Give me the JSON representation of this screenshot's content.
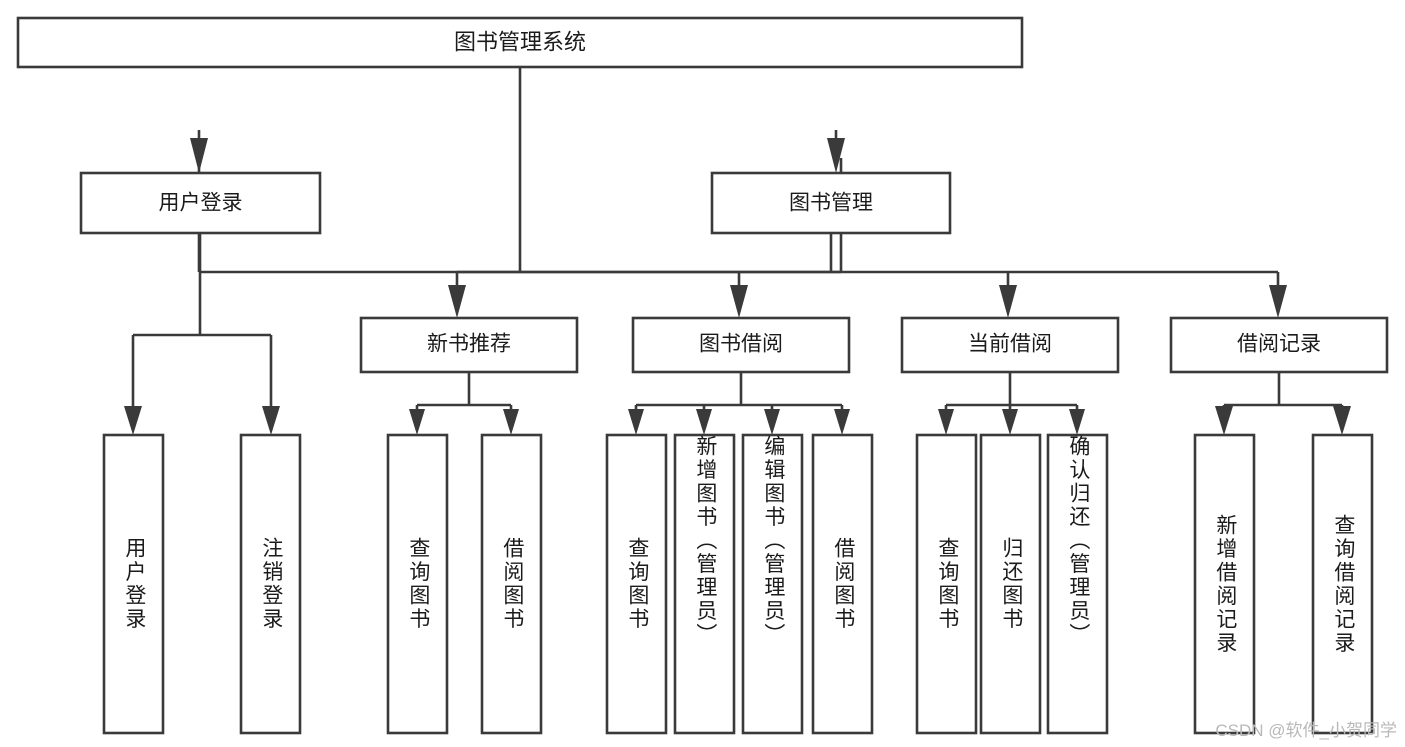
{
  "diagram": {
    "type": "tree",
    "title": "图书管理系统",
    "watermark": "CSDN @软件_小贺同学",
    "colors": {
      "box_stroke": "#3a3a3a",
      "box_fill": "#ffffff",
      "text": "#1b1b1b",
      "connector": "#3a3a3a",
      "watermark": "#b9b9b9",
      "background": "#ffffff"
    },
    "levels": {
      "root": {
        "label": "图书管理系统"
      },
      "level1": [
        {
          "label": "用户登录"
        },
        {
          "label": "图书管理"
        }
      ],
      "level2": [
        {
          "label": "新书推荐"
        },
        {
          "label": "图书借阅"
        },
        {
          "label": "当前借阅"
        },
        {
          "label": "借阅记录"
        }
      ],
      "leaves": {
        "user_login": [
          {
            "label": "用户登录"
          },
          {
            "label": "注销登录"
          }
        ],
        "new_book_recommend": [
          {
            "label": "查询图书"
          },
          {
            "label": "借阅图书"
          }
        ],
        "book_borrow": [
          {
            "label": "查询图书"
          },
          {
            "label": "新增图书（管理员）"
          },
          {
            "label": "编辑图书（管理员）"
          },
          {
            "label": "借阅图书"
          }
        ],
        "current_borrow": [
          {
            "label": "查询图书"
          },
          {
            "label": "归还图书"
          },
          {
            "label": "确认归还（管理员）"
          }
        ],
        "borrow_record": [
          {
            "label": "新增借阅记录"
          },
          {
            "label": "查询借阅记录"
          }
        ]
      }
    }
  }
}
